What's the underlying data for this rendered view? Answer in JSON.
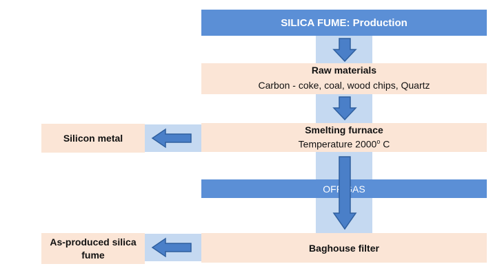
{
  "header": {
    "title": "SILICA FUME: Production"
  },
  "raw_materials": {
    "title": "Raw materials",
    "detail": "Carbon - coke, coal, wood chips, Quartz"
  },
  "smelting": {
    "title": "Smelting furnace",
    "detail_prefix": "Temperature 2000",
    "detail_sup": "o",
    "detail_suffix": " C"
  },
  "off_gas": {
    "label": "OFF GAS"
  },
  "baghouse": {
    "title": "Baghouse filter"
  },
  "silicon_metal": {
    "label": "Silicon metal"
  },
  "as_produced": {
    "line1": "As-produced silica",
    "line2": "fume"
  },
  "colors": {
    "header_blue": "#5b8fd6",
    "box_peach": "#fbe5d6",
    "strip_blue": "#c5d9f1",
    "arrow_fill": "#4a7fc8",
    "arrow_stroke": "#2f5f9e"
  }
}
